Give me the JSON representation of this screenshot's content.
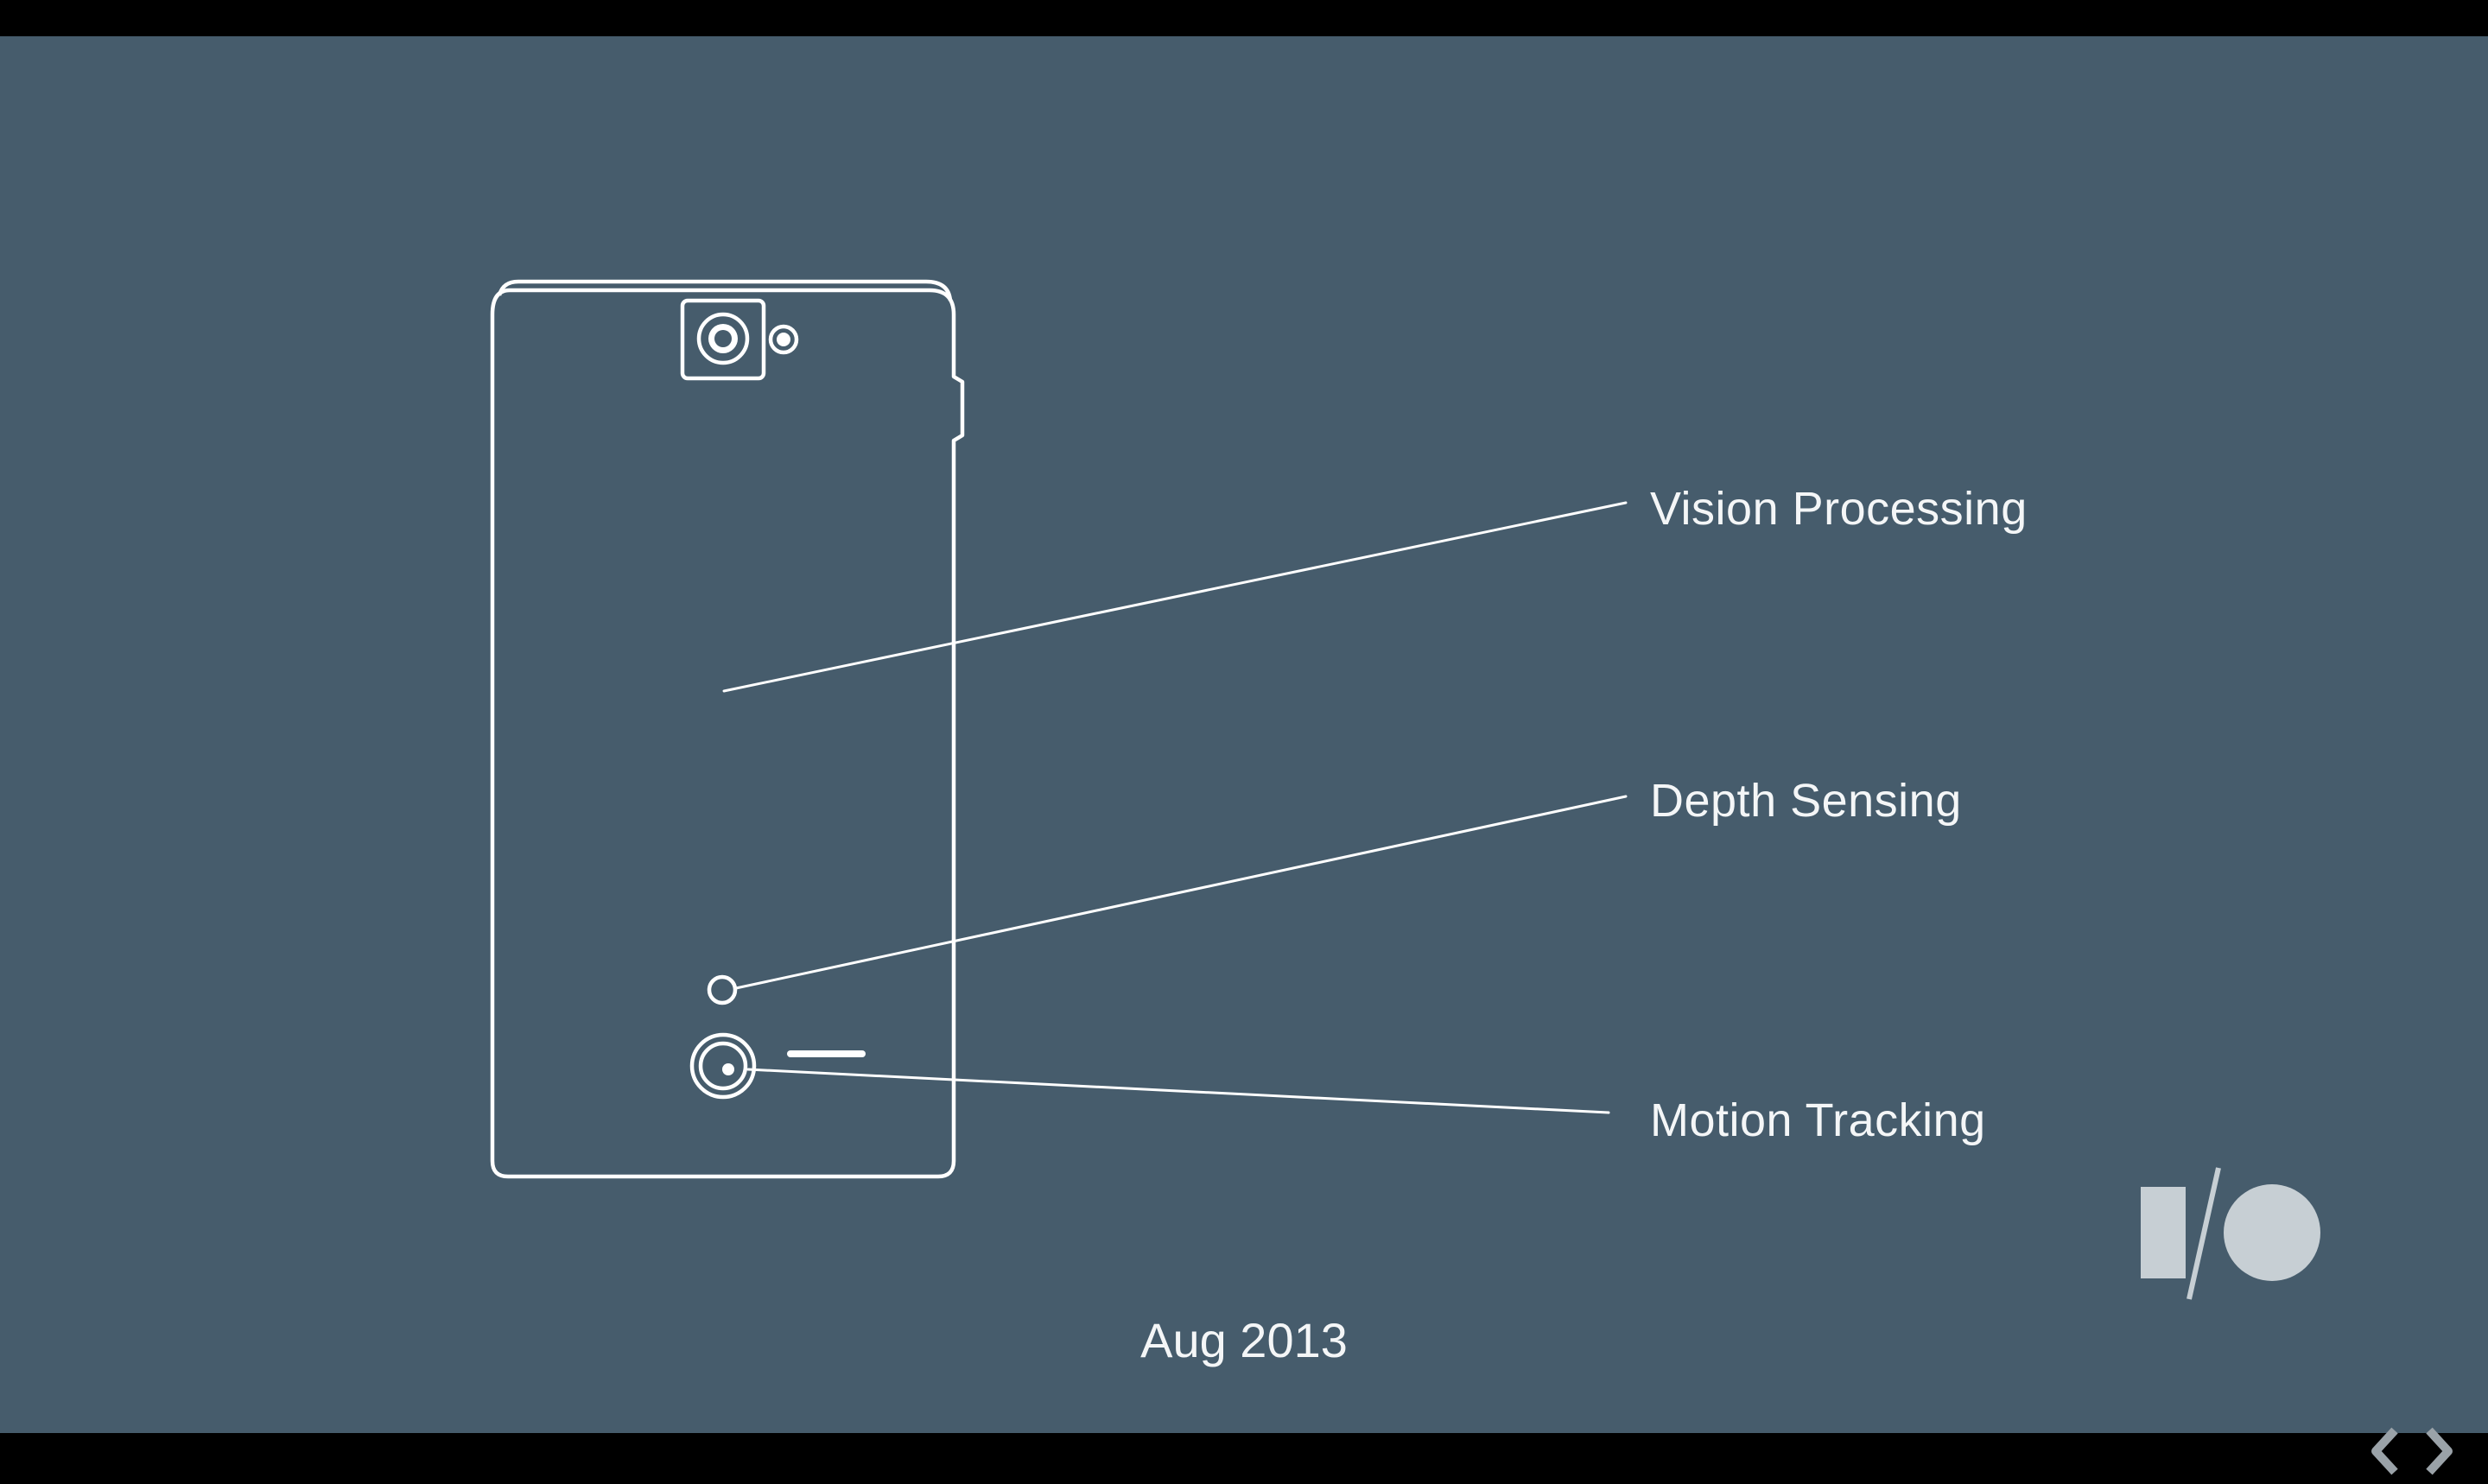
{
  "slide": {
    "background_color": "#465c6c",
    "line_color": "#ffffff"
  },
  "labels": {
    "vision_processing": "Vision Processing",
    "depth_sensing": "Depth Sensing",
    "motion_tracking": "Motion Tracking"
  },
  "date": "Aug 2013",
  "icons": {
    "device": "phone-outline-icon",
    "logo": "google-io-logo",
    "corner": "chevron-brackets-icon"
  }
}
